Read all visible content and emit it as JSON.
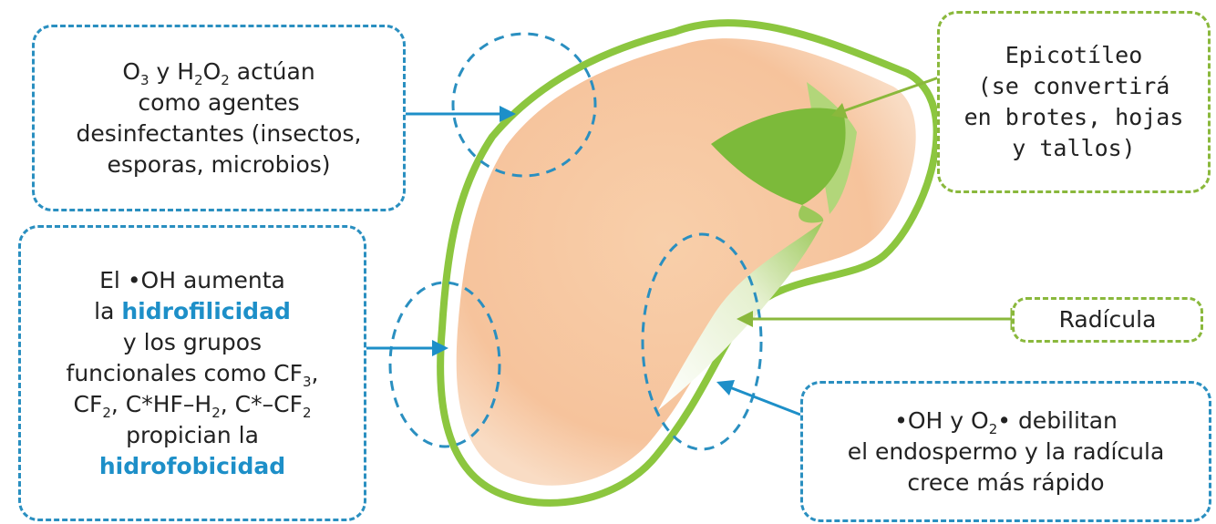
{
  "colors": {
    "blue": "#2a8fc0",
    "green": "#8ab83c",
    "seed_fill": "#f7c9a3",
    "seed_outline": "#8cc63f",
    "highlight": "#1d8fc8"
  },
  "boxes": {
    "ozone": {
      "t1": "O",
      "s1": "3",
      "t2": " y H",
      "s2": "2",
      "t3": "O",
      "s3": "2",
      "t4": " actúan",
      "line2": "como agentes",
      "line3": "desinfectantes (insectos,",
      "line4": "esporas, microbios)"
    },
    "hydroxyl": {
      "l1": "El •OH aumenta",
      "l2_pre": "la ",
      "l2_hl": "hidrofilicidad",
      "l3": "y los grupos",
      "l4_t": "funcionales como CF",
      "l4_s": "3",
      "l4_e": ",",
      "l5_a": "CF",
      "l5_s1": "2",
      "l5_b": ", C*HF–H",
      "l5_s2": "2",
      "l5_c": ", C*–CF",
      "l5_s3": "2",
      "l6": "propician la",
      "l7_hl": "hidrofobicidad"
    },
    "epicotyl": {
      "l1": "Epicotíleo",
      "l2": "(se convertirá",
      "l3": "en brotes, hojas",
      "l4": "y tallos)"
    },
    "radicle": {
      "label": "Radícula"
    },
    "radicals": {
      "l1_a": "•OH y O",
      "l1_s": "2",
      "l1_b": "• debilitan",
      "l2": "el endospermo y la radícula",
      "l3": "crece más rápido"
    }
  }
}
